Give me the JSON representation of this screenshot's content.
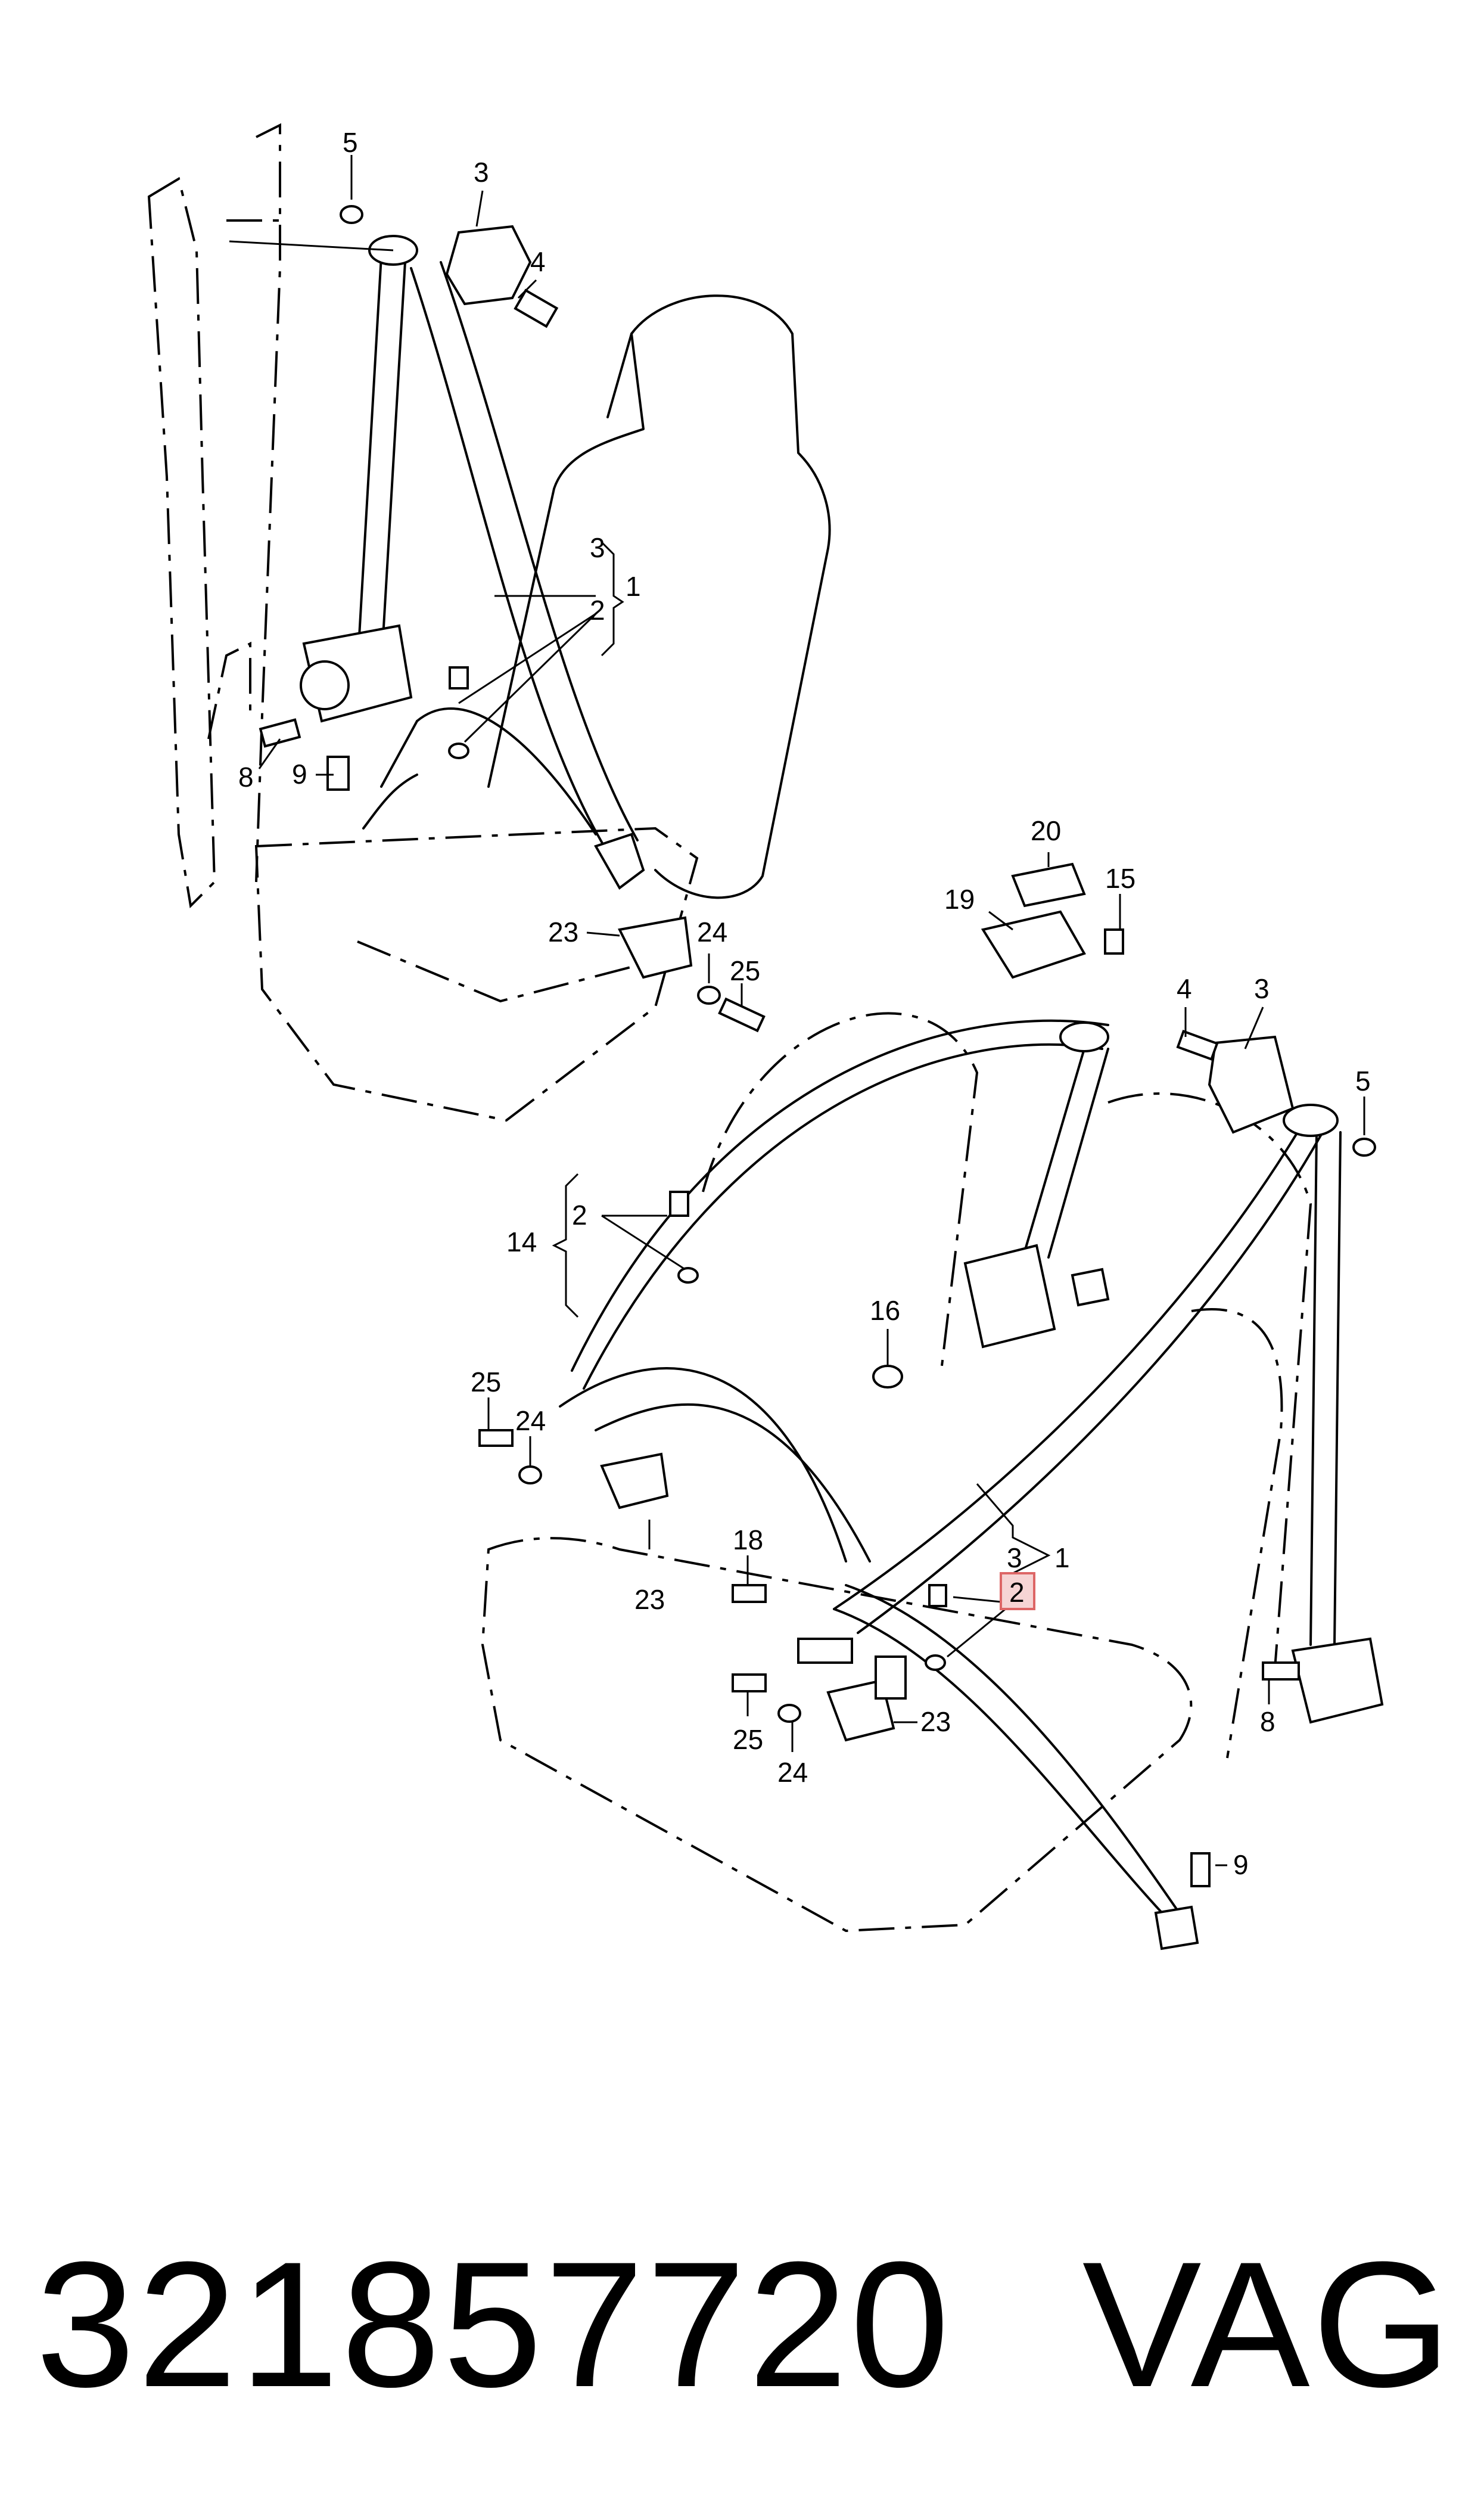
{
  "callouts": {
    "c1a": "1",
    "c2a": "2",
    "c3a": "3",
    "c3b": "3",
    "c4a": "4",
    "c5a": "5",
    "c8a": "8",
    "c9a": "9",
    "c23a": "23",
    "c24a": "24",
    "c25a": "25",
    "c20": "20",
    "c19": "19",
    "c15": "15",
    "c4b": "4",
    "c3c": "3",
    "c5b": "5",
    "c14": "14",
    "c2b": "2",
    "c16": "16",
    "c25b": "25",
    "c24b": "24",
    "c23b": "23",
    "c18": "18",
    "c3d": "3",
    "c1b": "1",
    "c2c": "2",
    "c25c": "25",
    "c24c": "24",
    "c23c": "23",
    "c8b": "8",
    "c9b": "9"
  },
  "highlighted_callout": "2",
  "highlight_color": "#d66666",
  "footer": {
    "part_number": "321857720",
    "brand": "VAG"
  }
}
